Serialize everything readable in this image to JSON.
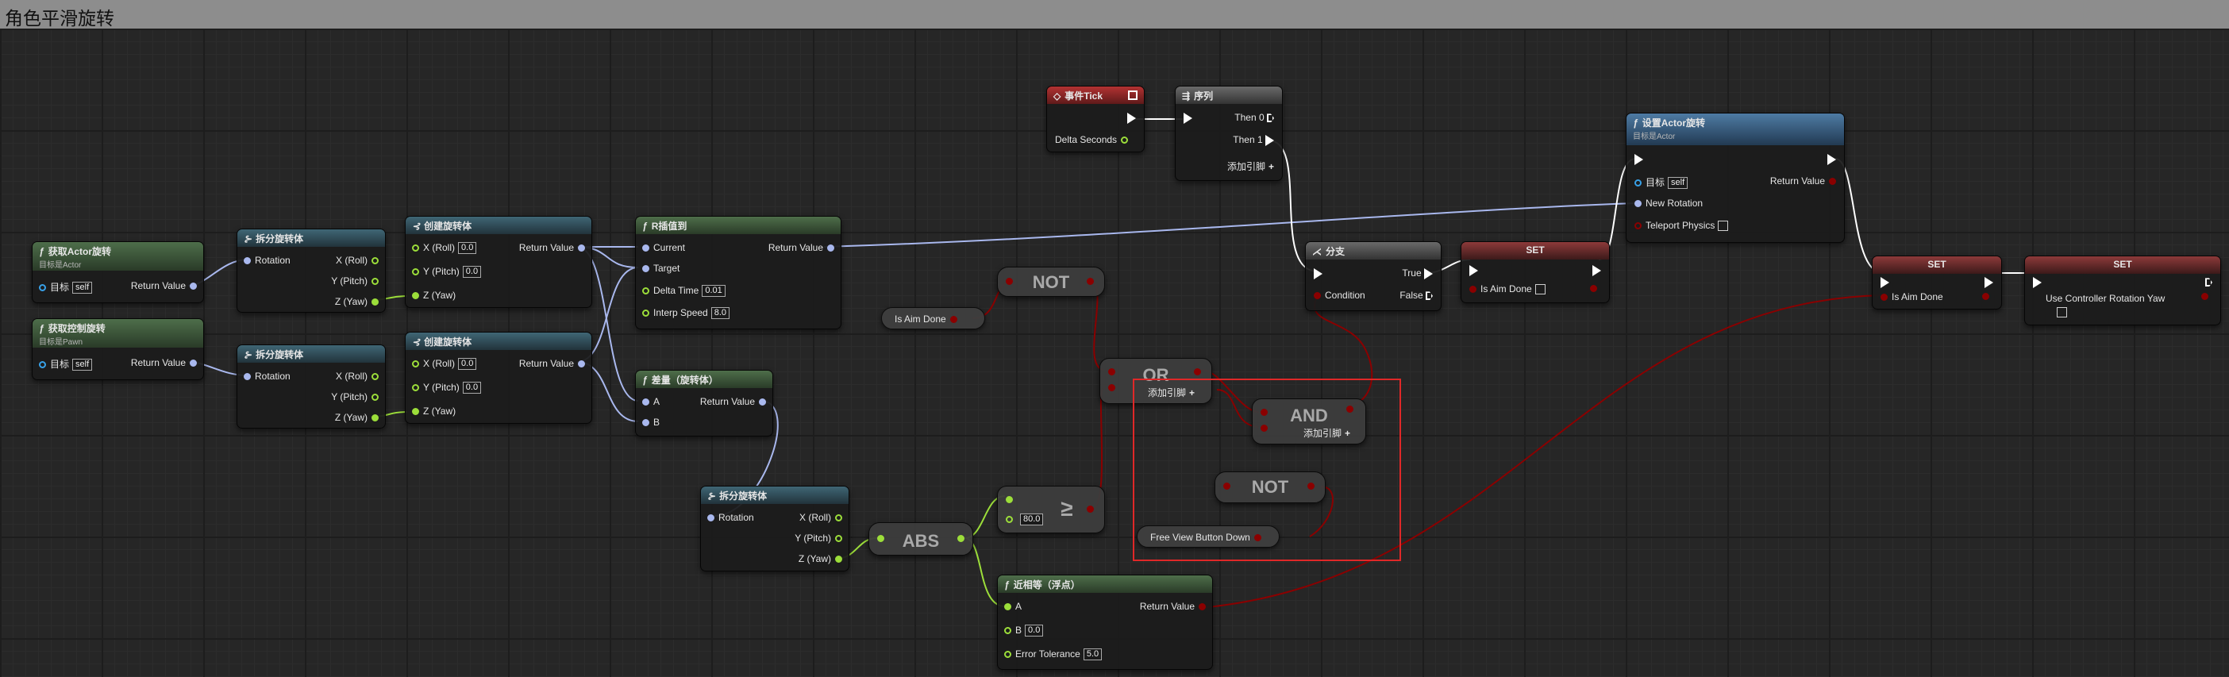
{
  "window": {
    "title": "角色平滑旋转"
  },
  "colors": {
    "exec": "#ffffff",
    "bool": "#8a0000",
    "float": "#9cde3a",
    "rotator": "#a9b8ee",
    "object": "#38a1e8",
    "highlight": "#e02828"
  },
  "nodes": {
    "get_actor_rot": {
      "title": "获取Actor旋转",
      "subtitle": "目标是Actor",
      "target_label": "目标",
      "target_value": "self",
      "return_label": "Return Value"
    },
    "get_ctrl_rot": {
      "title": "获取控制旋转",
      "subtitle": "目标是Pawn",
      "target_label": "目标",
      "target_value": "self",
      "return_label": "Return Value"
    },
    "break_rot_1": {
      "title": "拆分旋转体",
      "in": "Rotation",
      "outs": [
        "X (Roll)",
        "Y (Pitch)",
        "Z (Yaw)"
      ]
    },
    "break_rot_2": {
      "title": "拆分旋转体",
      "in": "Rotation",
      "outs": [
        "X (Roll)",
        "Y (Pitch)",
        "Z (Yaw)"
      ]
    },
    "make_rot_1": {
      "title": "创建旋转体",
      "x_label": "X (Roll)",
      "x_value": "0.0",
      "y_label": "Y (Pitch)",
      "y_value": "0.0",
      "z_label": "Z (Yaw)",
      "return_label": "Return Value"
    },
    "make_rot_2": {
      "title": "创建旋转体",
      "x_label": "X (Roll)",
      "x_value": "0.0",
      "y_label": "Y (Pitch)",
      "y_value": "0.0",
      "z_label": "Z (Yaw)",
      "return_label": "Return Value"
    },
    "rinterp": {
      "title": "R插值到",
      "current": "Current",
      "target": "Target",
      "delta_label": "Delta Time",
      "delta_value": "0.01",
      "speed_label": "Interp Speed",
      "speed_value": "8.0",
      "return_label": "Return Value"
    },
    "delta_rot": {
      "title": "差量（旋转体）",
      "a": "A",
      "b": "B",
      "return_label": "Return Value"
    },
    "break_rot_3": {
      "title": "拆分旋转体",
      "in": "Rotation",
      "outs": [
        "X (Roll)",
        "Y (Pitch)",
        "Z (Yaw)"
      ]
    },
    "abs": {
      "label": "ABS"
    },
    "geq": {
      "label": "≥",
      "b_value": "80.0"
    },
    "nearly_equal": {
      "title": "近相等（浮点）",
      "a": "A",
      "b_label": "B",
      "b_value": "0.0",
      "tol_label": "Error Tolerance",
      "tol_value": "5.0",
      "return_label": "Return Value"
    },
    "not_1": {
      "label": "NOT"
    },
    "not_2": {
      "label": "NOT"
    },
    "is_aim_done_var": {
      "label": "Is Aim Done"
    },
    "or": {
      "label": "OR",
      "add_pin": "添加引脚"
    },
    "and": {
      "label": "AND",
      "add_pin": "添加引脚"
    },
    "free_view": {
      "label": "Free View Button Down"
    },
    "event_tick": {
      "title": "事件Tick",
      "delta_label": "Delta Seconds"
    },
    "sequence": {
      "title": "序列",
      "then0": "Then 0",
      "then1": "Then 1",
      "add_pin": "添加引脚"
    },
    "branch": {
      "title": "分支",
      "condition": "Condition",
      "true_label": "True",
      "false_label": "False"
    },
    "set_1": {
      "title": "SET",
      "var_label": "Is Aim Done"
    },
    "set_actor_rot": {
      "title": "设置Actor旋转",
      "subtitle": "目标是Actor",
      "target_label": "目标",
      "target_value": "self",
      "return_label": "Return Value",
      "new_rot": "New Rotation",
      "teleport": "Teleport Physics"
    },
    "set_2": {
      "title": "SET",
      "var_label": "Is Aim Done"
    },
    "set_3": {
      "title": "SET",
      "var_label": "Use Controller Rotation Yaw"
    }
  }
}
